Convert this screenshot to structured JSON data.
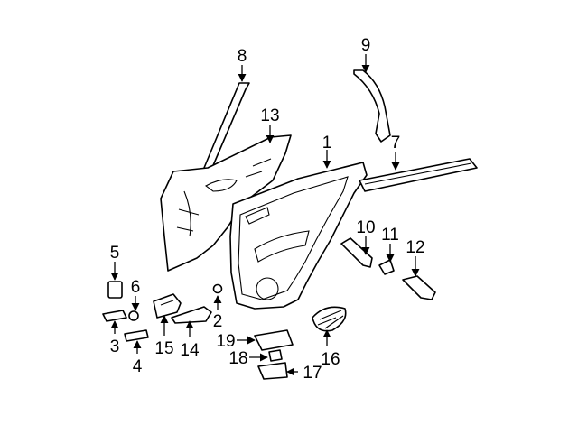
{
  "diagram": {
    "callouts": [
      "1",
      "2",
      "3",
      "4",
      "5",
      "6",
      "7",
      "8",
      "9",
      "10",
      "11",
      "12",
      "13",
      "14",
      "15",
      "16",
      "17",
      "18",
      "19"
    ]
  }
}
